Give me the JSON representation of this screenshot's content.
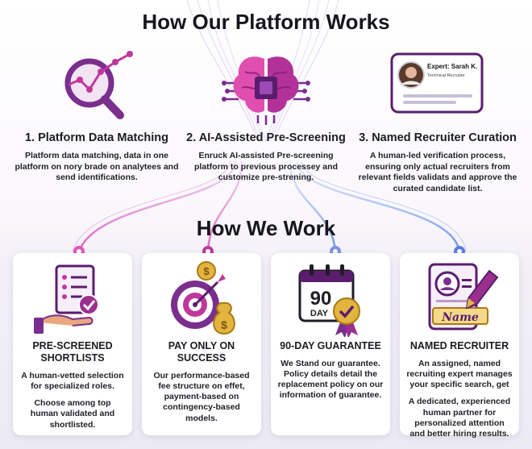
{
  "header": {
    "title": "How Our Platform Works"
  },
  "steps": [
    {
      "title": "1. Platform Data Matching",
      "desc": "Platform data matching, data in one platform on nory brade on analytees and send identifications.",
      "icon": "magnifier-chart-icon"
    },
    {
      "title": "2. AI-Assisted Pre-Screening",
      "desc": "Enruck AI-assisted Pre-screening platform to previous processey and customize pre-strening.",
      "icon": "ai-brain-icon"
    },
    {
      "title": "3. Named Recruiter Curation",
      "desc": "A human-led verification process, ensuring only actual recruiters from relevant fields validats and approve the curated candidate list.",
      "icon": "expert-profile-card-icon",
      "card": {
        "name": "Expert: Sarah K.",
        "subtitle": "Technical Recruiter"
      }
    }
  ],
  "section2": {
    "title": "How We Work"
  },
  "cards": [
    {
      "title": "PRE-SCREENED SHORTLISTS",
      "desc1": "A human-vetted selection for specialized roles.",
      "desc2": "Choose among top human validated and shortlisted.",
      "icon": "checklist-hand-icon"
    },
    {
      "title": "PAY ONLY ON SUCCESS",
      "desc1": "Our performance-based fee structure on effet, payment-based on contingency-based models.",
      "desc2": "",
      "icon": "target-money-icon"
    },
    {
      "title": "90-DAY GUARANTEE",
      "desc1": "We Stand our guarantee. Policy details detail the replacement policy on our information of guarantee.",
      "desc2": "",
      "icon": "calendar-badge-icon",
      "calendar_number": "90",
      "calendar_label": "DAY"
    },
    {
      "title": "NAMED RECRUITER",
      "desc1": "An assigned, named recruiting expert manages your specific search, get",
      "desc2": "A dedicated, experienced human partner for personalized attention and better hiring results.",
      "icon": "id-card-pen-icon",
      "name_plate": "Name"
    }
  ],
  "colors": {
    "purple": "#7a2e8e",
    "magenta": "#c0389c",
    "pink": "#e255b8",
    "blue": "#5a7fe0",
    "gold": "#e3b43f",
    "text": "#16161c"
  }
}
